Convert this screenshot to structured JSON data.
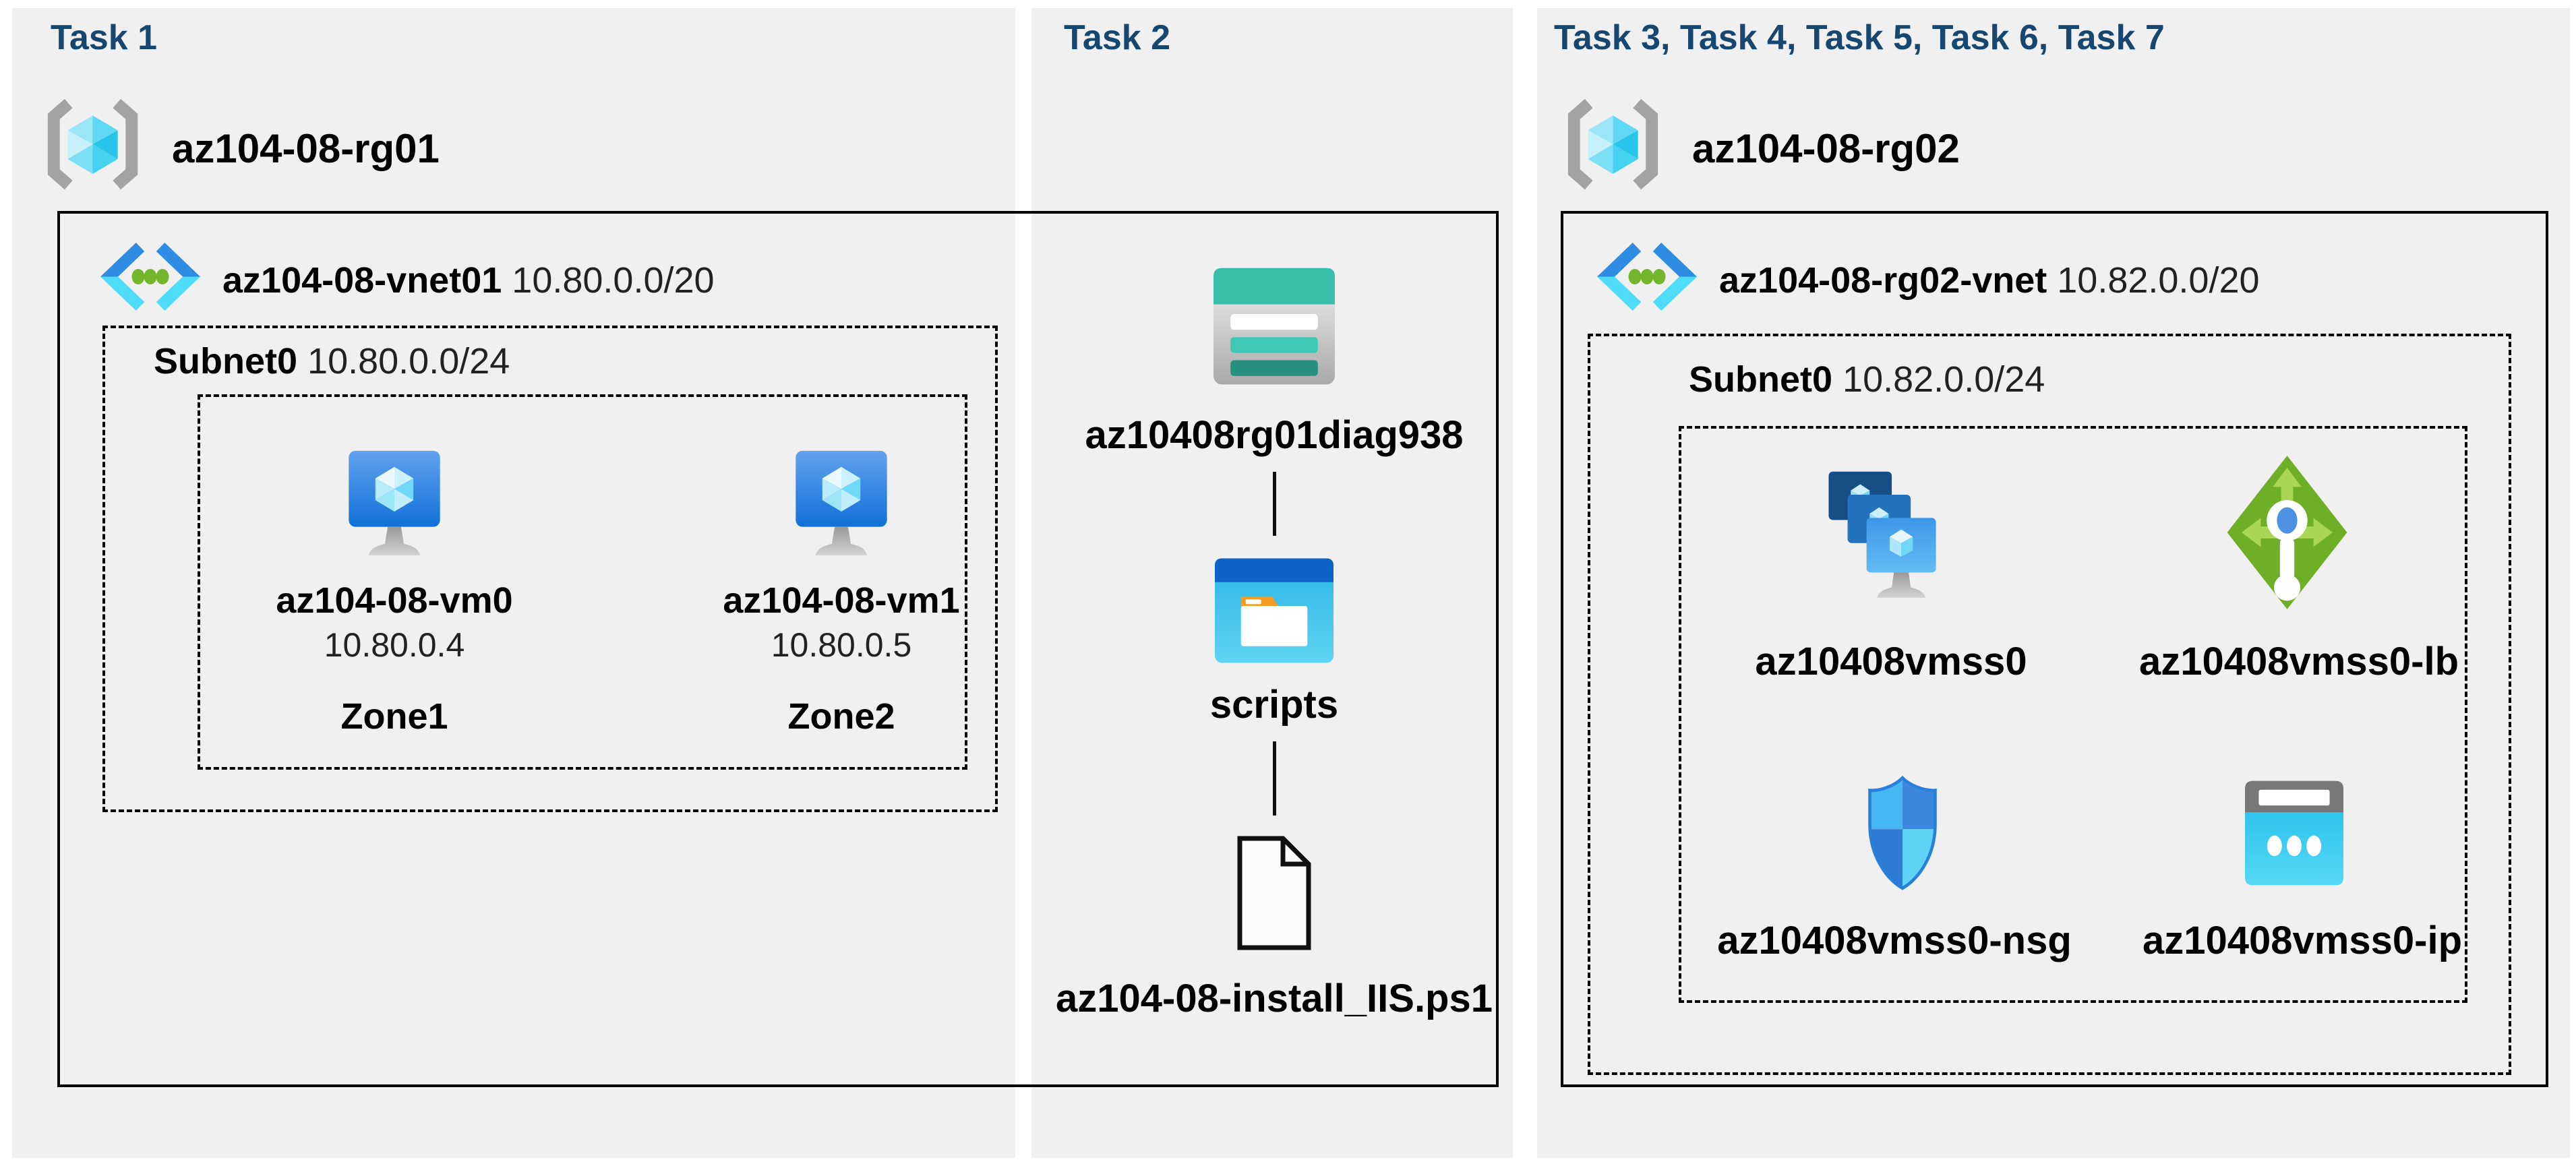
{
  "diagram_title": "AZ-104 Lab 08 architecture diagram",
  "colors": {
    "page_background": "#ffffff",
    "panel_background": "#f0f0f1",
    "task_title": "#17466f",
    "box_border": "#000000",
    "label_text": "#000000",
    "secondary_text": "#222222",
    "storage_teal": "#3ac0a9",
    "container_blue": "#0e63cb",
    "lb_green": "#6fae27",
    "vm_blue": "#1f7fd8"
  },
  "icons": [
    "resource-group-icon",
    "virtual-network-icon",
    "virtual-machine-icon",
    "storage-account-icon",
    "blob-container-icon",
    "file-icon",
    "vm-scale-set-icon",
    "load-balancer-icon",
    "nsg-icon",
    "public-ip-icon"
  ],
  "panels": [
    {
      "title": "Task 1",
      "resource_group": {
        "name": "az104-08-rg01"
      },
      "vnet": {
        "name": "az104-08-vnet01",
        "cidr": "10.80.0.0/20"
      },
      "subnet": {
        "name": "Subnet0",
        "cidr": "10.80.0.0/24"
      },
      "vms": [
        {
          "name": "az104-08-vm0",
          "ip": "10.80.0.4",
          "zone": "Zone1"
        },
        {
          "name": "az104-08-vm1",
          "ip": "10.80.0.5",
          "zone": "Zone2"
        }
      ]
    },
    {
      "title": "Task 2",
      "storage_account": "az10408rg01diag938",
      "container": "scripts",
      "file": "az104-08-install_IIS.ps1"
    },
    {
      "title": "Task 3, Task 4, Task 5, Task 6, Task 7",
      "resource_group": {
        "name": "az104-08-rg02"
      },
      "vnet": {
        "name": "az104-08-rg02-vnet",
        "cidr": "10.82.0.0/20"
      },
      "subnet": {
        "name": "Subnet0",
        "cidr": "10.82.0.0/24"
      },
      "resources": [
        {
          "name": "az10408vmss0",
          "type": "vm-scale-set"
        },
        {
          "name": "az10408vmss0-lb",
          "type": "load-balancer"
        },
        {
          "name": "az10408vmss0-nsg",
          "type": "network-security-group"
        },
        {
          "name": "az10408vmss0-ip",
          "type": "public-ip"
        }
      ]
    }
  ]
}
